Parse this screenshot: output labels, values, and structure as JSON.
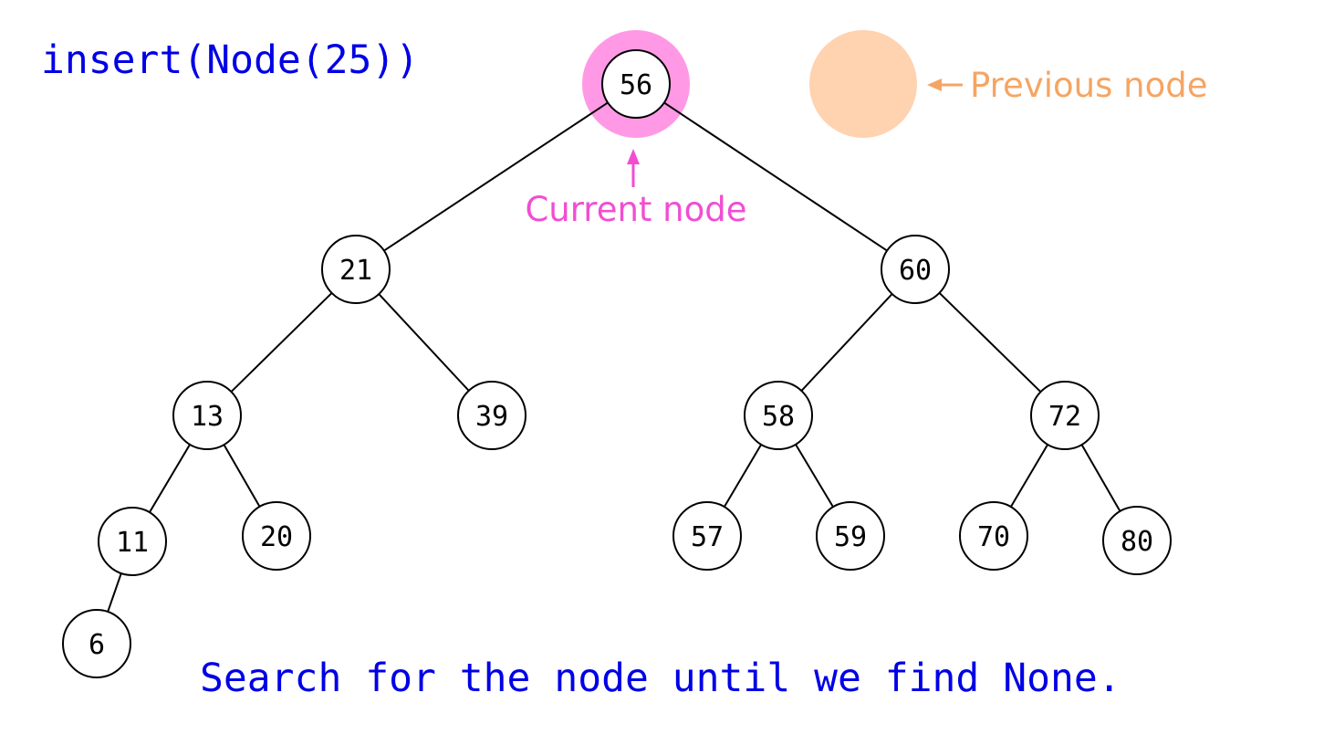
{
  "command": "insert(Node(25))",
  "caption": "Search for the node until we find None.",
  "legend": {
    "current_label": "Current node",
    "previous_label": "Previous node",
    "current_color": "#ff99e6",
    "current_text_color": "#f24dd2",
    "previous_color": "#ffd2b0",
    "previous_text_color": "#f5a563"
  },
  "text_color": "#0000e6",
  "tree": {
    "nodes": [
      {
        "id": "n56",
        "label": "56",
        "highlight": "current"
      },
      {
        "id": "n21",
        "label": "21"
      },
      {
        "id": "n60",
        "label": "60"
      },
      {
        "id": "n13",
        "label": "13"
      },
      {
        "id": "n39",
        "label": "39"
      },
      {
        "id": "n58",
        "label": "58"
      },
      {
        "id": "n72",
        "label": "72"
      },
      {
        "id": "n11",
        "label": "11"
      },
      {
        "id": "n20",
        "label": "20"
      },
      {
        "id": "n57",
        "label": "57"
      },
      {
        "id": "n59",
        "label": "59"
      },
      {
        "id": "n70",
        "label": "70"
      },
      {
        "id": "n80",
        "label": "80"
      },
      {
        "id": "n6",
        "label": "6"
      }
    ],
    "edges": [
      [
        "n56",
        "n21"
      ],
      [
        "n56",
        "n60"
      ],
      [
        "n21",
        "n13"
      ],
      [
        "n21",
        "n39"
      ],
      [
        "n60",
        "n58"
      ],
      [
        "n60",
        "n72"
      ],
      [
        "n13",
        "n11"
      ],
      [
        "n13",
        "n20"
      ],
      [
        "n58",
        "n57"
      ],
      [
        "n58",
        "n59"
      ],
      [
        "n72",
        "n70"
      ],
      [
        "n72",
        "n80"
      ],
      [
        "n11",
        "n6"
      ]
    ]
  }
}
